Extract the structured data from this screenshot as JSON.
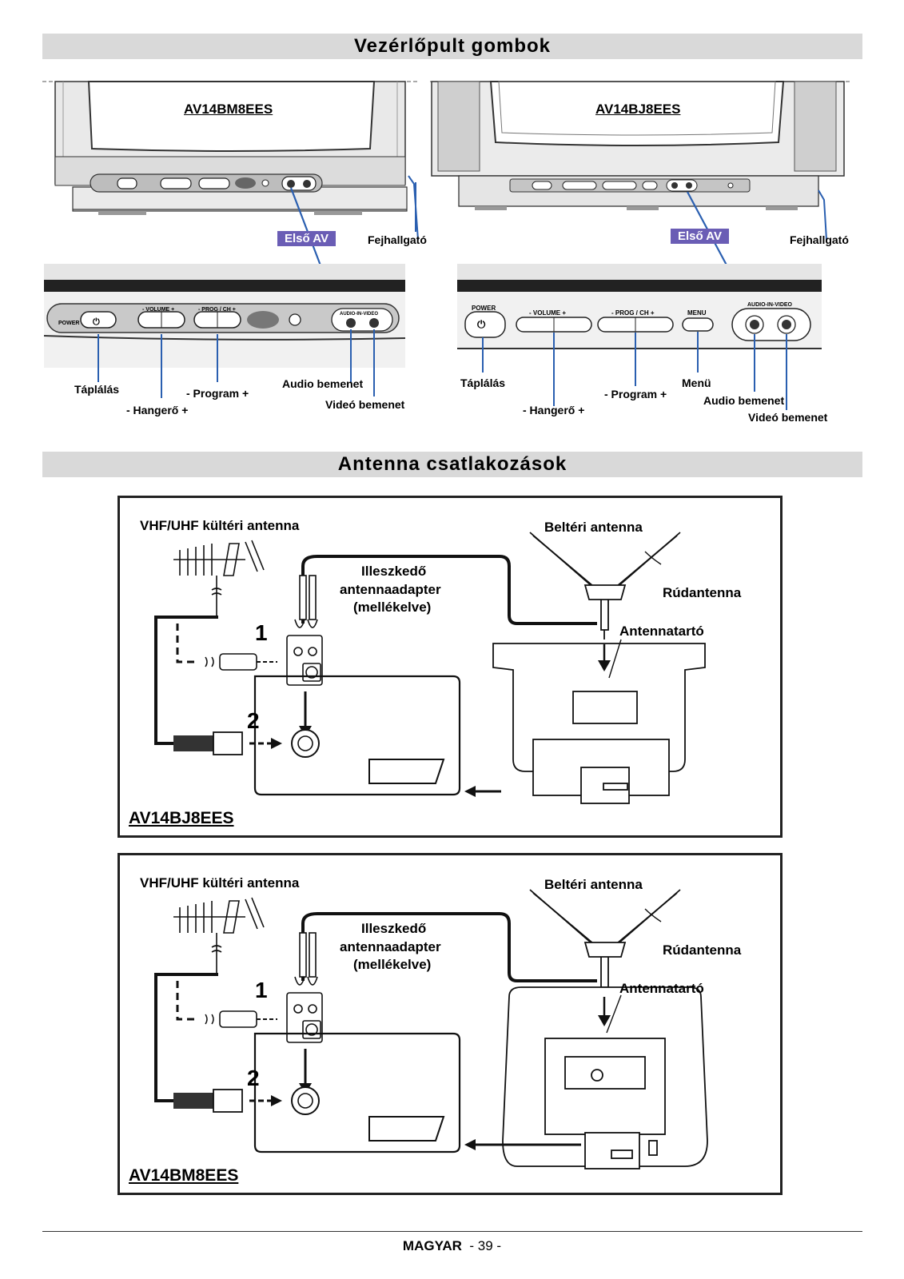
{
  "sections": {
    "controls_title": "Vezérlőpult gombok",
    "antenna_title": "Antenna csatlakozások"
  },
  "control_panels": {
    "left": {
      "model": "AV14BM8EES",
      "front_av_badge": "Első AV",
      "headphone": "Fejhallgató",
      "panel_texts": {
        "power": "POWER",
        "volume": "-  VOLUME  +",
        "prog": "-  PROG / CH  +",
        "audio_in_video": "AUDIO-IN-VIDEO"
      },
      "labels": {
        "power": "Táplálás",
        "volume": "- Hangerő +",
        "program": "- Program +",
        "audio_in": "Audio bemenet",
        "video_in": "Videó bemenet"
      }
    },
    "right": {
      "model": "AV14BJ8EES",
      "front_av_badge": "Első AV",
      "headphone": "Fejhallgató",
      "panel_texts": {
        "power": "POWER",
        "volume": "-  VOLUME  +",
        "prog": "-  PROG / CH  +",
        "menu": "MENU",
        "audio_in_video": "AUDIO-IN-VIDEO"
      },
      "labels": {
        "power": "Táplálás",
        "volume": "- Hangerő +",
        "program": "- Program +",
        "menu": "Menü",
        "audio_in": "Audio bemenet",
        "video_in": "Videó bemenet"
      }
    }
  },
  "antenna_diagrams": [
    {
      "model": "AV14BJ8EES",
      "outdoor": "VHF/UHF kültéri antenna",
      "indoor": "Beltéri antenna",
      "rod": "Rúdantenna",
      "holder": "Antennatartó",
      "adapter_line1": "Illeszkedő",
      "adapter_line2": "antennaadapter",
      "adapter_line3": "(mellékelve)",
      "step1": "1",
      "step2": "2"
    },
    {
      "model": "AV14BM8EES",
      "outdoor": "VHF/UHF kültéri antenna",
      "indoor": "Beltéri antenna",
      "rod": "Rúdantenna",
      "holder": "Antennatartó",
      "adapter_line1": "Illeszkedő",
      "adapter_line2": "antennaadapter",
      "adapter_line3": "(mellékelve)",
      "step1": "1",
      "step2": "2"
    }
  ],
  "footer": {
    "language": "MAGYAR",
    "page": "- 39 -"
  }
}
